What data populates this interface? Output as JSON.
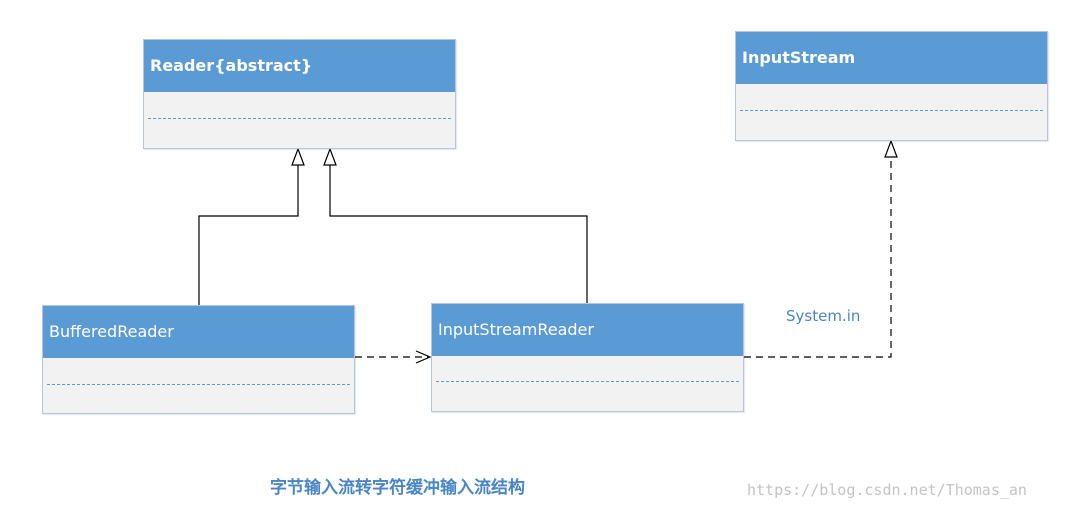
{
  "classes": {
    "reader": {
      "name": "Reader{abstract}"
    },
    "input_stream": {
      "name": "InputStream"
    },
    "buffered_reader": {
      "name": "BufferedReader"
    },
    "input_stream_reader": {
      "name": "InputStreamReader"
    }
  },
  "labels": {
    "system_in": "System.in"
  },
  "caption": "字节输入流转字符缓冲输入流结构",
  "watermark": "https://blog.csdn.net/Thomas_an",
  "colors": {
    "header": "#5b9bd5",
    "body": "#f2f2f2",
    "separator": "#5b9bd5",
    "label": "#4a86c5",
    "line": "#000000",
    "watermark": "#c4c4c4"
  }
}
